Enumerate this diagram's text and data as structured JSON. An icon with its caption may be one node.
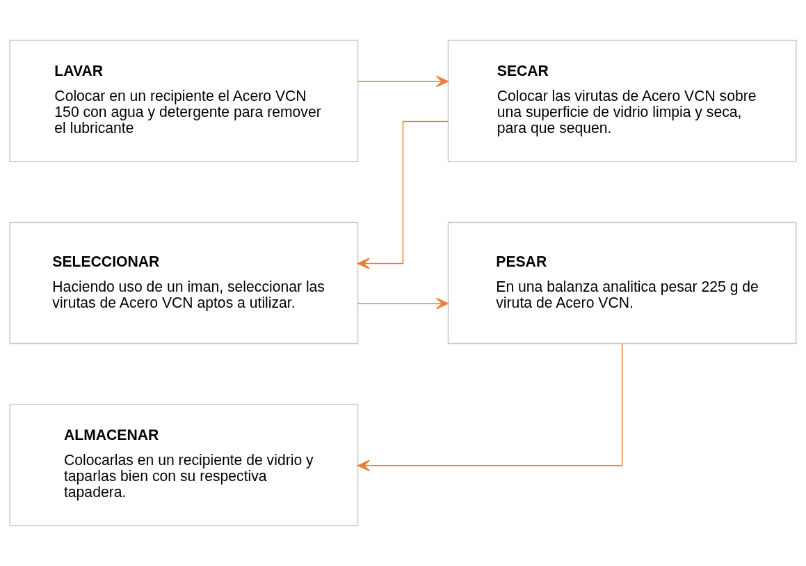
{
  "diagram": {
    "nodes": [
      {
        "text": [
          "LAVAR",
          "Colocar en un recipiente el Acero VCN 150 con agua y detergente para remover el lubricante"
        ]
      },
      {
        "text": [
          "SECAR",
          "Colocar las virutas de Acero VCN sobre una superficie de vidrio limpia y seca, para que sequen."
        ]
      },
      {
        "text": [
          "SELECCIONAR",
          "Haciendo uso de un iman, seleccionar las virutas de Acero VCN aptos a utilizar."
        ]
      },
      {
        "text": [
          "PESAR",
          "En una balanza analitica pesar 225 g de viruta de Acero VCN."
        ]
      },
      {
        "text": [
          "ALMACENAR",
          "Colocarlas en un recipiente de vidrio y taparlas bien con su respectiva tapadera."
        ]
      }
    ],
    "edges": [
      {
        "from": 0,
        "to": 1,
        "arrow": "to",
        "color": "#ed7d31"
      },
      {
        "from": 1,
        "to": 2,
        "arrow": "to",
        "color": "#ed7d31"
      },
      {
        "from": 2,
        "to": 3,
        "arrow": "to",
        "color": "#ed7d31"
      },
      {
        "from": 3,
        "to": 4,
        "arrow": "to",
        "color": "#ed7d31"
      }
    ]
  }
}
